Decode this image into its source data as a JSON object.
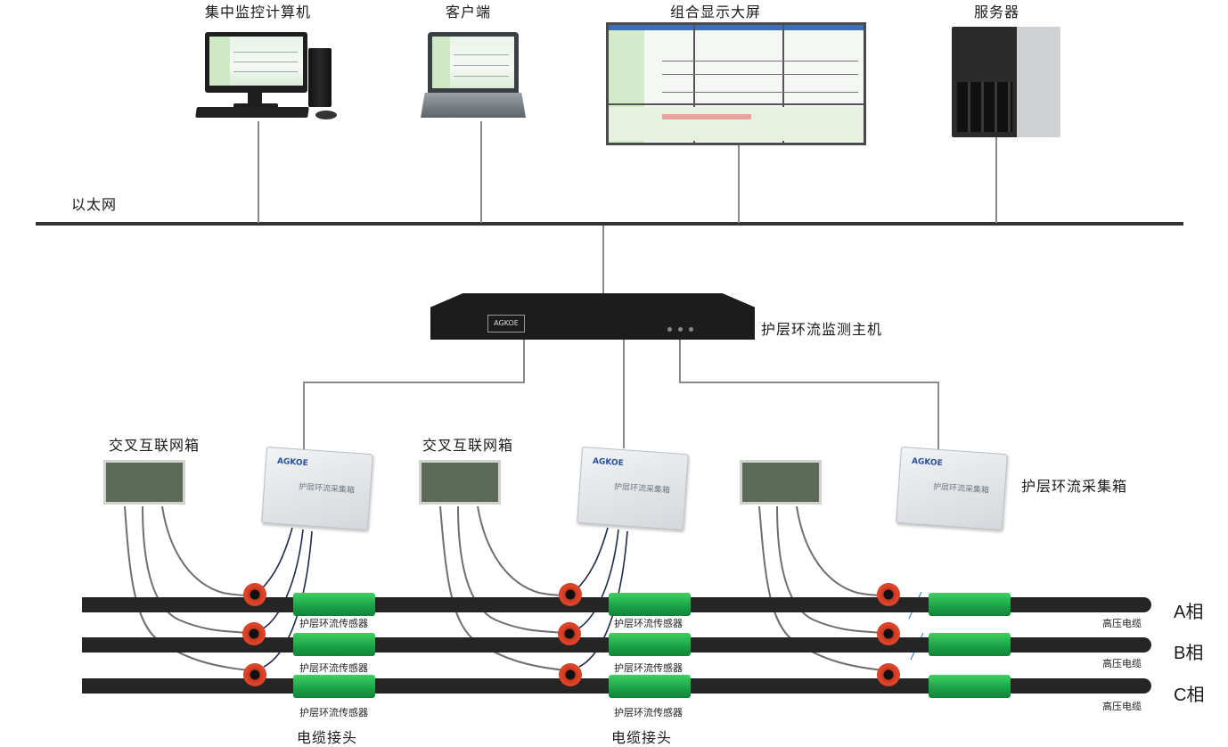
{
  "title": "护层环流在线监测系统结构图",
  "top_devices": [
    {
      "id": "central-pc",
      "label": "集中监控计算机"
    },
    {
      "id": "client",
      "label": "客户端"
    },
    {
      "id": "video-wall",
      "label": "组合显示大屏"
    },
    {
      "id": "server",
      "label": "服务器"
    }
  ],
  "network": {
    "label": "以太网"
  },
  "host": {
    "label": "护层环流监测主机",
    "brand": "AGKOE"
  },
  "cross_bond_box": {
    "label": "交叉互联网箱"
  },
  "collector_box": {
    "label": "护层环流采集箱",
    "brand": "AGKOE",
    "panel_text": "护层环流采集箱"
  },
  "sensor_label": "护层环流传感器",
  "joint_label": "电缆接头",
  "cable_label": "高压电缆",
  "phases": [
    "A相",
    "B相",
    "C相"
  ],
  "groups": [
    {
      "cross_label_visible": true,
      "collector_label_visible": false,
      "sensor_labels_visible": true,
      "joint_label_visible": true
    },
    {
      "cross_label_visible": true,
      "collector_label_visible": false,
      "sensor_labels_visible": true,
      "joint_label_visible": true
    },
    {
      "cross_label_visible": false,
      "collector_label_visible": true,
      "sensor_labels_visible": false,
      "joint_label_visible": false
    }
  ]
}
